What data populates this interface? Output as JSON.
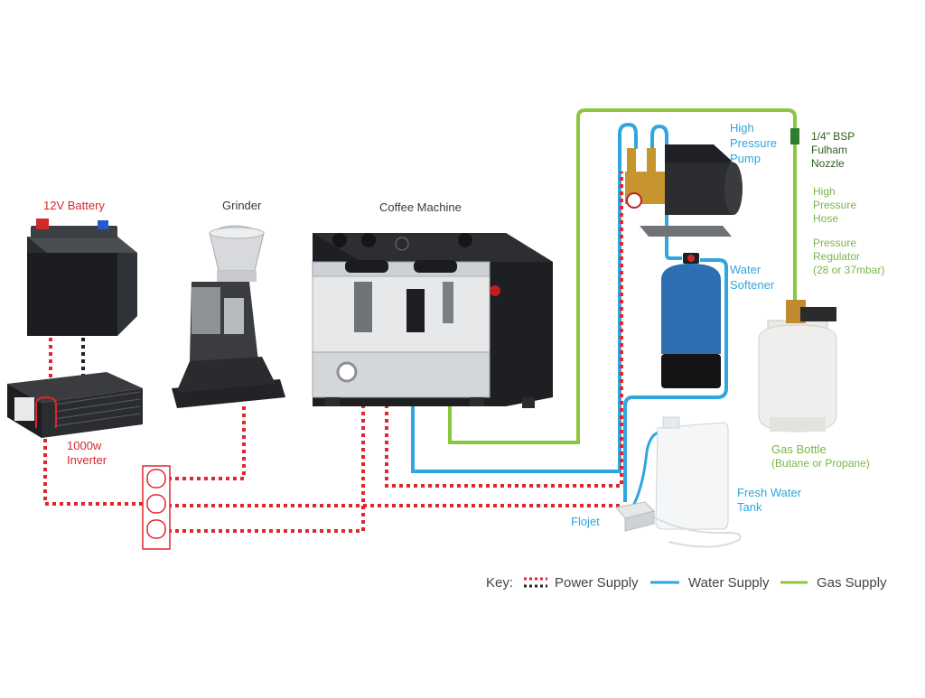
{
  "labels": {
    "battery": "12V Battery",
    "grinder": "Grinder",
    "coffee_machine": "Coffee Machine",
    "inverter_line1": "1000w",
    "inverter_line2": "Inverter",
    "pump_line1": "High",
    "pump_line2": "Pressure",
    "pump_line3": "Pump",
    "nozzle_line1": "1/4\" BSP",
    "nozzle_line2": "Fulham",
    "nozzle_line3": "Nozzle",
    "hose_line1": "High",
    "hose_line2": "Pressure",
    "hose_line3": "Hose",
    "regulator_line1": "Pressure",
    "regulator_line2": "Regulator",
    "regulator_line3": "(28 or 37mbar)",
    "softener_line1": "Water",
    "softener_line2": "Softener",
    "gas_bottle_line1": "Gas Bottle",
    "gas_bottle_line2": "(Butane or Propane)",
    "tank_line1": "Fresh Water",
    "tank_line2": "Tank",
    "flojet": "Flojet"
  },
  "key": {
    "title": "Key:",
    "power": "Power Supply",
    "water": "Water Supply",
    "gas": "Gas Supply"
  },
  "colors": {
    "power": "#e0262e",
    "water": "#2fa6de",
    "gas": "#8cc63f",
    "power_alt": "#222222"
  }
}
